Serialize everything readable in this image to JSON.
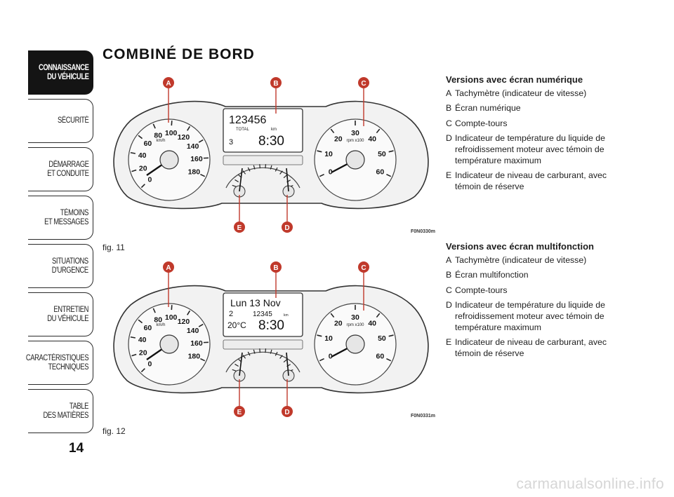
{
  "tabs": [
    {
      "label": "CONNAISSANCE\nDU VÉHICULE",
      "active": true
    },
    {
      "label": "SÉCURITÉ",
      "active": false
    },
    {
      "label": "DÉMARRAGE\nET CONDUITE",
      "active": false
    },
    {
      "label": "TÉMOINS\nET MESSAGES",
      "active": false
    },
    {
      "label": "SITUATIONS\nD'URGENCE",
      "active": false
    },
    {
      "label": "ENTRETIEN\nDU VÉHICULE",
      "active": false
    },
    {
      "label": "CARACTÉRISTIQUES\nTECHNIQUES",
      "active": false
    },
    {
      "label": "TABLE\nDES MATIÈRES",
      "active": false
    }
  ],
  "page_number": "14",
  "title": "COMBINÉ DE BORD",
  "figures": [
    {
      "code": "F0N0330m",
      "caption": "fig. 11",
      "callouts": [
        "A",
        "B",
        "C",
        "D",
        "E"
      ],
      "speedometer": {
        "ticks": [
          "0",
          "20",
          "40",
          "60",
          "80",
          "100",
          "120",
          "140",
          "160",
          "180"
        ],
        "unit": "km/h"
      },
      "tachometer": {
        "ticks": [
          "0",
          "10",
          "20",
          "30",
          "40",
          "50",
          "60"
        ],
        "unit": "rpm x100"
      },
      "display": {
        "odometer": "123456",
        "odo_label": "TOTAL",
        "odo_unit": "km",
        "gear": "3",
        "clock": "8:30"
      }
    },
    {
      "code": "F0N0331m",
      "caption": "fig. 12",
      "callouts": [
        "A",
        "B",
        "C",
        "D",
        "E"
      ],
      "speedometer": {
        "ticks": [
          "0",
          "20",
          "40",
          "60",
          "80",
          "100",
          "120",
          "140",
          "160",
          "180"
        ],
        "unit": "km/h"
      },
      "tachometer": {
        "ticks": [
          "0",
          "10",
          "20",
          "30",
          "40",
          "50",
          "60"
        ],
        "unit": "rpm x100"
      },
      "display": {
        "date": "Lun 13 Nov",
        "trip": "12345",
        "trip_unit": "km",
        "gear": "2",
        "temperature": "20°C",
        "clock": "8:30"
      }
    }
  ],
  "legend_numeric": {
    "heading": "Versions avec écran numérique",
    "items": [
      {
        "key": "A",
        "text": "Tachymètre (indicateur de vitesse)"
      },
      {
        "key": "B",
        "text": "Écran numérique"
      },
      {
        "key": "C",
        "text": "Compte-tours"
      },
      {
        "key": "D",
        "text": "Indicateur de température du liquide de refroidissement moteur avec témoin de température maximum"
      },
      {
        "key": "E",
        "text": "Indicateur de niveau de carburant, avec témoin de réserve"
      }
    ]
  },
  "legend_multi": {
    "heading": "Versions avec écran multifonction",
    "items": [
      {
        "key": "A",
        "text": "Tachymètre (indicateur de vitesse)"
      },
      {
        "key": "B",
        "text": "Écran multifonction"
      },
      {
        "key": "C",
        "text": "Compte-tours"
      },
      {
        "key": "D",
        "text": "Indicateur de température du liquide de refroidissement moteur avec témoin de température maximum"
      },
      {
        "key": "E",
        "text": "Indicateur de niveau de carburant, avec témoin de réserve"
      }
    ]
  },
  "watermark": "carmanualsonline.info"
}
